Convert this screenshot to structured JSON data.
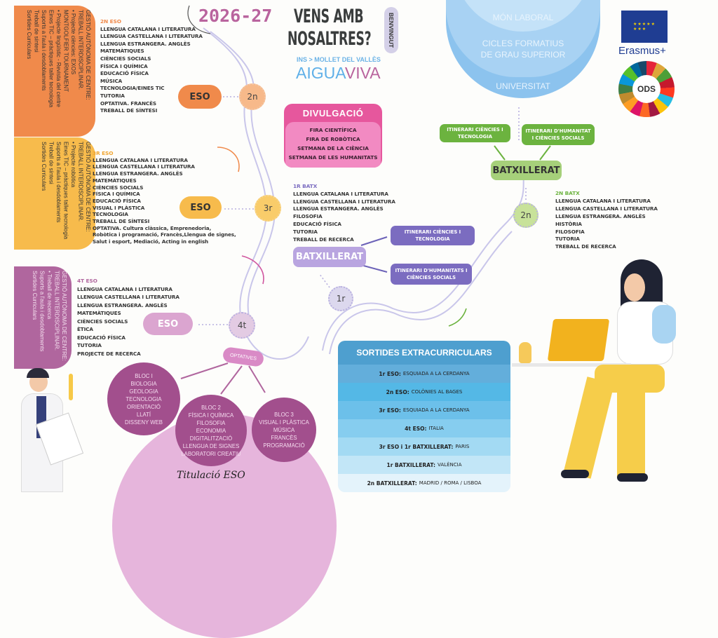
{
  "header": {
    "year": "2026-27",
    "title_line1": "VENS AMB",
    "title_line2": "NOSALTRES?",
    "welcome_badge": "BENVINGUT",
    "school_location": "INS > MOLLET DEL VALLÈS",
    "school_name_a": "AIGUA",
    "school_name_b": "VIVA"
  },
  "eso2": {
    "side": [
      "GESTIÓ AUTÒNOMA DE CENTRE:",
      "TREBALL INTERDISCIPLINAR.",
      "• Projecte ciències: EXOS",
      "MONTGOLFIER TOURNAMENT",
      "• Projecte lingüístic - Revista del centre",
      "Eines TIC – pràctiques taller tecnologia",
      "Suports a l'aula i desdoblaments",
      "Treball de síntesi",
      "Sortides Curriculars"
    ],
    "heading": "2N ESO",
    "subjects": [
      "LLENGUA CATALANA I LITERATURA",
      "LLENGUA CASTELLANA I LITERATURA",
      "LLENGUA ESTRANGERA. ANGLÈS",
      "MATEMÀTIQUES",
      "CIÈNCIES SOCIALS",
      "FÍSICA I QUÍMICA",
      "EDUCACIÓ FÍSICA",
      "MÚSICA",
      "TECNOLOGIA/EINES TIC",
      "TUTORIA",
      "OPTATIVA. FRANCÈS",
      "TREBALL DE SÍNTESI"
    ],
    "pill": "ESO",
    "step": "2n"
  },
  "eso3": {
    "side": [
      "GESTIÓ AUTÒNOMA DE CENTRE:",
      "TREBALL INTERDISCIPLINAR.",
      "• Projecte robòtica",
      "Eines TIC – pràctiques taller tecnologia",
      "Suports a l'aula i desdoblaments",
      "Treball de síntesi",
      "Sortides Curriculars"
    ],
    "heading": "3R ESO",
    "subjects": [
      "LLENGUA CATALANA I LITERATURA",
      "LLENGUA CASTELLANA I LITERATURA",
      "LLENGUA ESTRANGERA. ANGLÈS",
      "MATEMÀTIQUES",
      "CIÈNCIES SOCIALS",
      "FÍSICA I QUÍMICA",
      "EDUCACIÓ FÍSICA",
      "VISUAL I PLÀSTICA",
      "TECNOLOGIA",
      "TREBALL DE SÍNTESI",
      "OPTATIVA. Cultura clàssica, Emprenedoria,",
      "Robòtica i programació, Francès,Llengua de signes,",
      "Salut i esport, Mediació, Acting in english"
    ],
    "pill": "ESO",
    "step": "3r"
  },
  "eso4": {
    "side": [
      "GESTIÓ AUTÒNOMA DE CENTRE:",
      "TREBALL INTERDISCIPLINAR.",
      "• Treball de recerca",
      "Suports a l'aula i desdoblaments",
      "Sortides Curriculars"
    ],
    "heading": "4T ESO",
    "subjects": [
      "LLENGUA CATALANA I LITERATURA",
      "LLENGUA CASTELLANA I LITERATURA",
      "LLENGUA ESTRANGERA. ANGLÈS",
      "MATEMÀTIQUES",
      "CIÈNCIES SOCIALS",
      "ÈTICA",
      "EDUCACIÓ FÍSICA",
      "TUTORIA",
      "PROJECTE DE RECERCA"
    ],
    "pill": "ESO",
    "step": "4t"
  },
  "divulgacio": {
    "title": "DIVULGACIÓ",
    "items": [
      "FIRA CIENTÍFICA",
      "FIRA DE ROBÒTICA",
      "SETMANA DE LA CIÈNCIA",
      "SETMANA DE LES HUMANITATS"
    ]
  },
  "batx1": {
    "heading": "1R BATX",
    "subjects": [
      "LLENGUA CATALANA I LITERATURA",
      "LLENGUA CASTELLANA I LITERATURA",
      "LLENGUA ESTRANGERA. ANGLÈS",
      "FILOSOFIA",
      "EDUCACIÓ FÍSICA",
      "TUTORIA",
      "TREBALL DE RECERCA"
    ],
    "pill": "BATXILLERAT",
    "step": "1r",
    "itin1": "ITINERARI CIÈNCIES I TECNOLOGIA",
    "itin2": "ITINERARI D'HUMANITATS I CIÈNCIES SOCIALS"
  },
  "batx2": {
    "heading": "2N BATX",
    "subjects": [
      "LLENGUA CATALANA I LITERATURA",
      "LLENGUA CASTELLANA I LITERATURA",
      "LLENGUA ESTRANGERA. ANGLÈS",
      "HISTÒRIA",
      "FILOSOFIA",
      "TUTORIA",
      "TREBALL DE RECERCA"
    ],
    "pill": "BATXILLERAT",
    "step": "2n",
    "itin1": "ITINERARI CIÈNCIES I TECNOLOGIA",
    "itin2": "ITINERARI D'HUMANITAT I CIÈNCIES SOCIALS"
  },
  "future": {
    "level1": "MÓN LABORAL",
    "level2a": "CICLES FORMATIUS",
    "level2b": "DE GRAU SUPERIOR",
    "level3": "UNIVERSITAT"
  },
  "logos": {
    "erasmus": "Erasmus+",
    "ods": "ODS"
  },
  "optatives": {
    "label": "OPTATIVES",
    "blocs": [
      {
        "title": "BLOC I",
        "items": [
          "BIOLOGIA",
          "GEOLOGIA",
          "TECNOLOGIA",
          "ORIENTACIÓ",
          "LLATÍ",
          "DISSENY WEB"
        ]
      },
      {
        "title": "BLOC 2",
        "items": [
          "FÍSICA I QUÍMICA",
          "FILOSOFIA",
          "ECONOMIA",
          "DIGITALITZACIÓ",
          "LLENGUA DE SIGNES",
          "LABORATORI CREATIU"
        ]
      },
      {
        "title": "BLOC 3",
        "items": [
          "VISUAL I PLÀSTICA",
          "MÚSICA",
          "FRANCÈS",
          "PROGRAMACIÓ"
        ]
      }
    ],
    "titulacio": "Titulació ESO"
  },
  "sortides": {
    "title": "SORTIDES EXTRACURRICULARS",
    "rows": [
      {
        "course": "1r ESO:",
        "dest": "ESQUIADA A LA CERDANYA"
      },
      {
        "course": "2n ESO:",
        "dest": "COLÒNIES AL BAGES"
      },
      {
        "course": "3r ESO:",
        "dest": "ESQUIADA A LA CERDANYA"
      },
      {
        "course": "4t ESO:",
        "dest": "ITALIA"
      },
      {
        "course": "3r ESO i 1r BATXILLERAT:",
        "dest": "PARIS"
      },
      {
        "course": "1r BATXILLERAT:",
        "dest": "VALÈNCIA"
      },
      {
        "course": "2n BATXILLERAT:",
        "dest": "MADRID / ROMA / LISBOA"
      }
    ]
  },
  "colors": {
    "orange": "#f08a4b",
    "yellow": "#f7bb4c",
    "purple": "#b0669e",
    "pink": "#e6579d",
    "violet": "#7b6cc0",
    "green": "#6cb33f",
    "blue": "#5aa8e0"
  }
}
